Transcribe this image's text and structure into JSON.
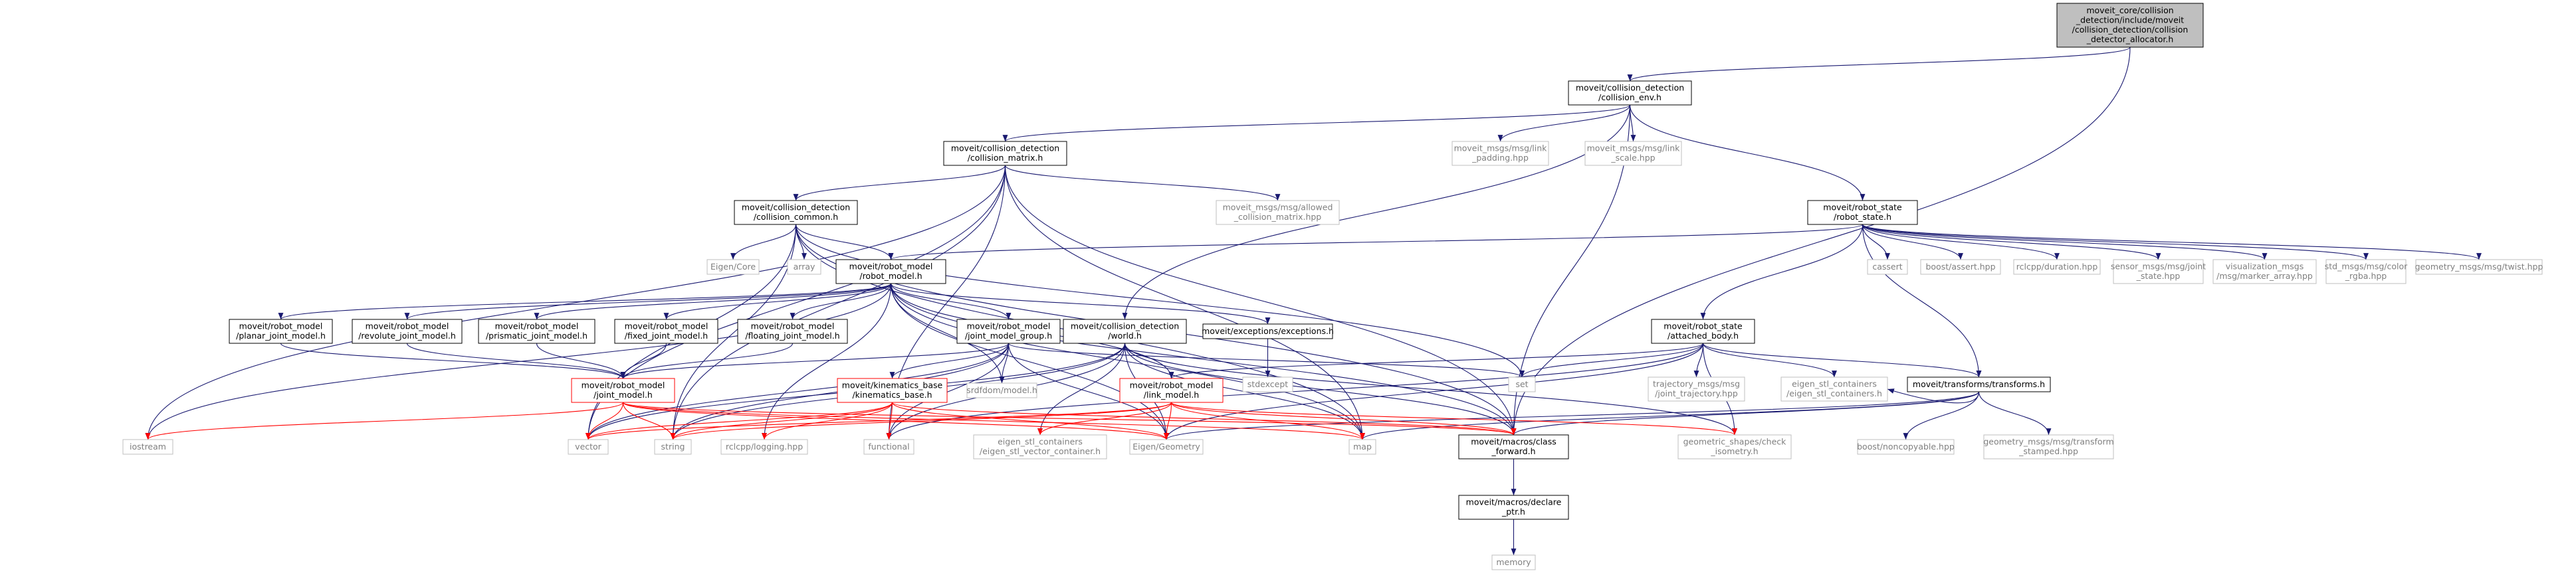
{
  "colors": {
    "edge": "#191970",
    "edge_red": "#ff0000",
    "box_border": "#000000",
    "box_border_red": "#ff0000",
    "box_border_gray": "#bfbfbf",
    "root_fill": "#bfbfbf",
    "text": "#000000",
    "text_gray": "#7f7f7f"
  },
  "nodes": [
    {
      "id": "root",
      "style": "root",
      "lines": [
        "moveit_core/collision",
        "_detection/include/moveit",
        "/collision_detection/collision",
        "_detector_allocator.h"
      ]
    },
    {
      "id": "env",
      "style": "normal",
      "lines": [
        "moveit/collision_detection",
        "/collision_env.h"
      ]
    },
    {
      "id": "cmatrix",
      "style": "normal",
      "lines": [
        "moveit/collision_detection",
        "/collision_matrix.h"
      ]
    },
    {
      "id": "link_padding",
      "style": "gray",
      "lines": [
        "moveit_msgs/msg/link",
        "_padding.hpp"
      ]
    },
    {
      "id": "link_scale",
      "style": "gray",
      "lines": [
        "moveit_msgs/msg/link",
        "_scale.hpp"
      ]
    },
    {
      "id": "robot_state",
      "style": "normal",
      "lines": [
        "moveit/robot_state",
        "/robot_state.h"
      ]
    },
    {
      "id": "ccommon",
      "style": "normal",
      "lines": [
        "moveit/collision_detection",
        "/collision_common.h"
      ]
    },
    {
      "id": "allowed_cm",
      "style": "gray",
      "lines": [
        "moveit_msgs/msg/allowed",
        "_collision_matrix.hpp"
      ]
    },
    {
      "id": "eigen_core",
      "style": "gray",
      "lines": [
        "Eigen/Core"
      ]
    },
    {
      "id": "array",
      "style": "gray",
      "lines": [
        "array"
      ]
    },
    {
      "id": "robot_model",
      "style": "normal",
      "lines": [
        "moveit/robot_model",
        "/robot_model.h"
      ]
    },
    {
      "id": "cassert",
      "style": "gray",
      "lines": [
        "cassert"
      ]
    },
    {
      "id": "boost_assert",
      "style": "gray",
      "lines": [
        "boost/assert.hpp"
      ]
    },
    {
      "id": "rclcpp_duration",
      "style": "gray",
      "lines": [
        "rclcpp/duration.hpp"
      ]
    },
    {
      "id": "joint_state",
      "style": "gray",
      "lines": [
        "sensor_msgs/msg/joint",
        "_state.hpp"
      ]
    },
    {
      "id": "marker_array",
      "style": "gray",
      "lines": [
        "visualization_msgs",
        "/msg/marker_array.hpp"
      ]
    },
    {
      "id": "color_rgba",
      "style": "gray",
      "lines": [
        "std_msgs/msg/color",
        "_rgba.hpp"
      ]
    },
    {
      "id": "twist",
      "style": "gray",
      "lines": [
        "geometry_msgs/msg/twist.hpp"
      ]
    },
    {
      "id": "planar",
      "style": "normal",
      "lines": [
        "moveit/robot_model",
        "/planar_joint_model.h"
      ]
    },
    {
      "id": "revolute",
      "style": "normal",
      "lines": [
        "moveit/robot_model",
        "/revolute_joint_model.h"
      ]
    },
    {
      "id": "prismatic",
      "style": "normal",
      "lines": [
        "moveit/robot_model",
        "/prismatic_joint_model.h"
      ]
    },
    {
      "id": "fixed",
      "style": "normal",
      "lines": [
        "moveit/robot_model",
        "/fixed_joint_model.h"
      ]
    },
    {
      "id": "floating",
      "style": "normal",
      "lines": [
        "moveit/robot_model",
        "/floating_joint_model.h"
      ]
    },
    {
      "id": "jmg",
      "style": "normal",
      "lines": [
        "moveit/robot_model",
        "/joint_model_group.h"
      ]
    },
    {
      "id": "world",
      "style": "normal",
      "lines": [
        "moveit/collision_detection",
        "/world.h"
      ]
    },
    {
      "id": "exceptions",
      "style": "normal",
      "lines": [
        "moveit/exceptions/exceptions.h"
      ]
    },
    {
      "id": "attached",
      "style": "normal",
      "lines": [
        "moveit/robot_state",
        "/attached_body.h"
      ]
    },
    {
      "id": "stdexcept",
      "style": "gray",
      "lines": [
        "stdexcept"
      ]
    },
    {
      "id": "set",
      "style": "gray",
      "lines": [
        "set"
      ]
    },
    {
      "id": "traj",
      "style": "gray",
      "lines": [
        "trajectory_msgs/msg",
        "/joint_trajectory.hpp"
      ]
    },
    {
      "id": "eigen_stl",
      "style": "gray",
      "lines": [
        "eigen_stl_containers",
        "/eigen_stl_containers.h"
      ]
    },
    {
      "id": "transforms",
      "style": "normal",
      "lines": [
        "moveit/transforms/transforms.h"
      ]
    },
    {
      "id": "joint_model",
      "style": "red",
      "lines": [
        "moveit/robot_model",
        "/joint_model.h"
      ]
    },
    {
      "id": "kinematics",
      "style": "red",
      "lines": [
        "moveit/kinematics_base",
        "/kinematics_base.h"
      ]
    },
    {
      "id": "srdf",
      "style": "gray",
      "lines": [
        "srdfdom/model.h"
      ]
    },
    {
      "id": "link_model",
      "style": "red",
      "lines": [
        "moveit/robot_model",
        "/link_model.h"
      ]
    },
    {
      "id": "iostream",
      "style": "gray",
      "lines": [
        "iostream"
      ]
    },
    {
      "id": "vector",
      "style": "gray",
      "lines": [
        "vector"
      ]
    },
    {
      "id": "string",
      "style": "gray",
      "lines": [
        "string"
      ]
    },
    {
      "id": "logging",
      "style": "gray",
      "lines": [
        "rclcpp/logging.hpp"
      ]
    },
    {
      "id": "functional",
      "style": "gray",
      "lines": [
        "functional"
      ]
    },
    {
      "id": "eigen_stl_vec",
      "style": "gray",
      "lines": [
        "eigen_stl_containers",
        "/eigen_stl_vector_container.h"
      ]
    },
    {
      "id": "eigen_geom",
      "style": "gray",
      "lines": [
        "Eigen/Geometry"
      ]
    },
    {
      "id": "map",
      "style": "gray",
      "lines": [
        "map"
      ]
    },
    {
      "id": "class_forward",
      "style": "normal",
      "lines": [
        "moveit/macros/class",
        "_forward.h"
      ]
    },
    {
      "id": "check_iso",
      "style": "gray",
      "lines": [
        "geometric_shapes/check",
        "_isometry.h"
      ]
    },
    {
      "id": "noncopyable",
      "style": "gray",
      "lines": [
        "boost/noncopyable.hpp"
      ]
    },
    {
      "id": "tf_stamped",
      "style": "gray",
      "lines": [
        "geometry_msgs/msg/transform",
        "_stamped.hpp"
      ]
    },
    {
      "id": "declare_ptr",
      "style": "normal",
      "lines": [
        "moveit/macros/declare",
        "_ptr.h"
      ]
    },
    {
      "id": "memory",
      "style": "gray",
      "lines": [
        "memory"
      ]
    }
  ],
  "edges": [
    [
      "root",
      "env"
    ],
    [
      "root",
      "class_forward"
    ],
    [
      "env",
      "cmatrix"
    ],
    [
      "env",
      "link_padding"
    ],
    [
      "env",
      "link_scale"
    ],
    [
      "env",
      "robot_state"
    ],
    [
      "env",
      "world"
    ],
    [
      "env",
      "class_forward"
    ],
    [
      "cmatrix",
      "ccommon"
    ],
    [
      "cmatrix",
      "allowed_cm"
    ],
    [
      "cmatrix",
      "iostream"
    ],
    [
      "cmatrix",
      "vector"
    ],
    [
      "cmatrix",
      "string"
    ],
    [
      "cmatrix",
      "map"
    ],
    [
      "cmatrix",
      "functional"
    ],
    [
      "cmatrix",
      "class_forward"
    ],
    [
      "robot_state",
      "robot_model"
    ],
    [
      "robot_state",
      "attached"
    ],
    [
      "robot_state",
      "transforms"
    ],
    [
      "robot_state",
      "cassert"
    ],
    [
      "robot_state",
      "boost_assert"
    ],
    [
      "robot_state",
      "rclcpp_duration"
    ],
    [
      "robot_state",
      "joint_state"
    ],
    [
      "robot_state",
      "marker_array"
    ],
    [
      "robot_state",
      "color_rgba"
    ],
    [
      "robot_state",
      "twist"
    ],
    [
      "ccommon",
      "eigen_core"
    ],
    [
      "ccommon",
      "array"
    ],
    [
      "ccommon",
      "robot_model"
    ],
    [
      "ccommon",
      "set"
    ],
    [
      "ccommon",
      "vector"
    ],
    [
      "ccommon",
      "string"
    ],
    [
      "ccommon",
      "map"
    ],
    [
      "ccommon",
      "class_forward"
    ],
    [
      "robot_model",
      "planar"
    ],
    [
      "robot_model",
      "revolute"
    ],
    [
      "robot_model",
      "prismatic"
    ],
    [
      "robot_model",
      "fixed"
    ],
    [
      "robot_model",
      "floating"
    ],
    [
      "robot_model",
      "jmg"
    ],
    [
      "robot_model",
      "exceptions"
    ],
    [
      "robot_model",
      "link_model"
    ],
    [
      "robot_model",
      "srdf"
    ],
    [
      "robot_model",
      "iostream"
    ],
    [
      "robot_model",
      "logging"
    ],
    [
      "robot_model",
      "eigen_geom"
    ],
    [
      "robot_model",
      "map"
    ],
    [
      "robot_model",
      "class_forward"
    ],
    [
      "planar",
      "joint_model"
    ],
    [
      "revolute",
      "joint_model"
    ],
    [
      "prismatic",
      "joint_model"
    ],
    [
      "fixed",
      "joint_model"
    ],
    [
      "floating",
      "joint_model"
    ],
    [
      "jmg",
      "joint_model"
    ],
    [
      "jmg",
      "kinematics"
    ],
    [
      "jmg",
      "srdf"
    ],
    [
      "jmg",
      "set"
    ],
    [
      "jmg",
      "functional"
    ],
    [
      "jmg",
      "string"
    ],
    [
      "jmg",
      "vector"
    ],
    [
      "jmg",
      "eigen_geom"
    ],
    [
      "world",
      "vector"
    ],
    [
      "world",
      "string"
    ],
    [
      "world",
      "map"
    ],
    [
      "world",
      "functional"
    ],
    [
      "world",
      "eigen_stl_vec"
    ],
    [
      "world",
      "eigen_geom"
    ],
    [
      "world",
      "class_forward"
    ],
    [
      "world",
      "check_iso"
    ],
    [
      "exceptions",
      "stdexcept"
    ],
    [
      "attached",
      "link_model"
    ],
    [
      "attached",
      "set"
    ],
    [
      "attached",
      "traj"
    ],
    [
      "attached",
      "eigen_stl"
    ],
    [
      "attached",
      "transforms"
    ],
    [
      "attached",
      "functional"
    ],
    [
      "attached",
      "eigen_geom"
    ],
    [
      "attached",
      "check_iso"
    ],
    [
      "transforms",
      "class_forward"
    ],
    [
      "transforms",
      "noncopyable"
    ],
    [
      "transforms",
      "tf_stamped"
    ],
    [
      "transforms",
      "eigen_stl"
    ],
    [
      "transforms",
      "eigen_geom"
    ],
    [
      "transforms",
      "map"
    ],
    [
      "joint_model",
      "vector"
    ],
    [
      "joint_model",
      "string"
    ],
    [
      "joint_model",
      "iostream"
    ],
    [
      "joint_model",
      "eigen_geom"
    ],
    [
      "joint_model",
      "map"
    ],
    [
      "joint_model",
      "class_forward"
    ],
    [
      "kinematics",
      "vector"
    ],
    [
      "kinematics",
      "string"
    ],
    [
      "kinematics",
      "logging"
    ],
    [
      "kinematics",
      "functional"
    ],
    [
      "kinematics",
      "eigen_geom"
    ],
    [
      "kinematics",
      "class_forward"
    ],
    [
      "link_model",
      "vector"
    ],
    [
      "link_model",
      "string"
    ],
    [
      "link_model",
      "map"
    ],
    [
      "link_model",
      "eigen_stl_vec"
    ],
    [
      "link_model",
      "eigen_geom"
    ],
    [
      "link_model",
      "class_forward"
    ],
    [
      "link_model",
      "check_iso"
    ],
    [
      "class_forward",
      "declare_ptr"
    ],
    [
      "declare_ptr",
      "memory"
    ]
  ]
}
